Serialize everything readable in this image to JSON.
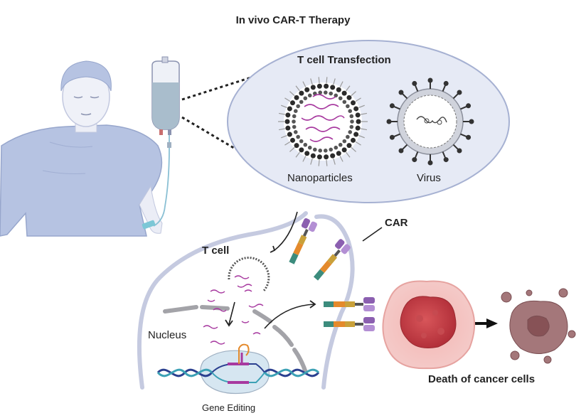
{
  "title": "In vivo CAR-T Therapy",
  "labels": {
    "transfection": "T cell Transfection",
    "nanoparticles": "Nanoparticles",
    "virus": "Virus",
    "car": "CAR",
    "t_cell": "T cell",
    "nucleus": "Nucleus",
    "gene_editing": "Gene Editing",
    "death": "Death of cancer cells"
  },
  "colors": {
    "ellipse_fill": "#e6eaf5",
    "payload": "#a7399f",
    "car_domain_1": "#3c8c7d",
    "car_domain_2": "#e48a2c",
    "car_domain_3": "#8b5fb0",
    "cancer_nucleus": "#b3303a",
    "dead_cell": "#a4777a"
  }
}
